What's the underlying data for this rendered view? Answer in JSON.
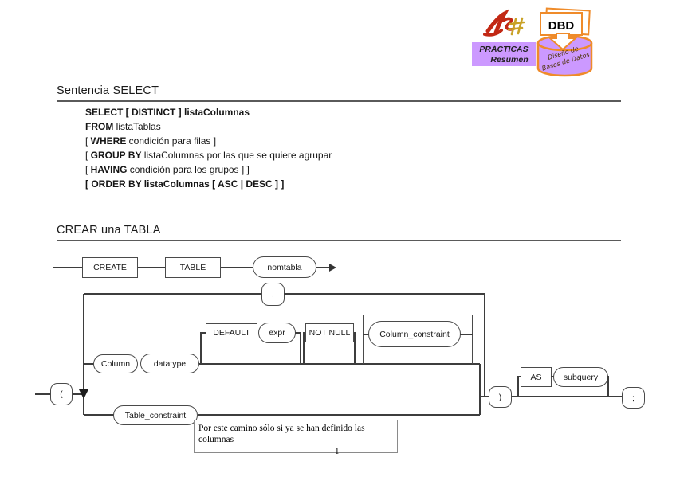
{
  "logo": {
    "practicas_line1": "PRÁCTICAS",
    "practicas_line2": "Resumen",
    "dbd_label": "DBD",
    "cylinder_line1": "Diseño de",
    "cylinder_line2": "Bases de Datos",
    "colors": {
      "purple": "#cc99ff",
      "orange": "#ef8b2a",
      "red": "#c22814",
      "gold": "#c9a227"
    }
  },
  "select_section": {
    "title": "Sentencia SELECT",
    "lines": [
      {
        "seg1": "SELECT [ DISTINCT ] listaColumnas",
        "seg2": "",
        "seg3": ""
      },
      {
        "seg1": "FROM",
        "seg2": " listaTablas",
        "seg3": ""
      },
      {
        "seg1": "[ ",
        "seg2": "WHERE",
        "seg3": " condición para filas ]"
      },
      {
        "seg1": "[ ",
        "seg2": "GROUP BY",
        "seg3": " listaColumnas por las que se quiere agrupar"
      },
      {
        "seg1": "[ ",
        "seg2": "HAVING",
        "seg3": " condición para los grupos ] ]"
      },
      {
        "seg1": "[ ORDER BY listaColumnas [ ASC | DESC ] ]",
        "seg2": "",
        "seg3": ""
      }
    ]
  },
  "create_section": {
    "title": "CREAR una TABLA",
    "nodes": {
      "create": "CREATE",
      "table": "TABLE",
      "nomtabla": "nomtabla",
      "comma": ",",
      "lparen": "(",
      "rparen": ")",
      "semicolon": ";",
      "column": "Column",
      "datatype": "datatype",
      "default_kw": "DEFAULT",
      "expr": "expr",
      "not_null": "NOT NULL",
      "column_constraint": "Column_constraint",
      "table_constraint": "Table_constraint",
      "as_kw": "AS",
      "subquery": "subquery"
    },
    "callout_line1": "Por este camino sólo si ya se han definido las",
    "callout_line2": "columnas"
  },
  "footer": {
    "page_number": "1"
  }
}
